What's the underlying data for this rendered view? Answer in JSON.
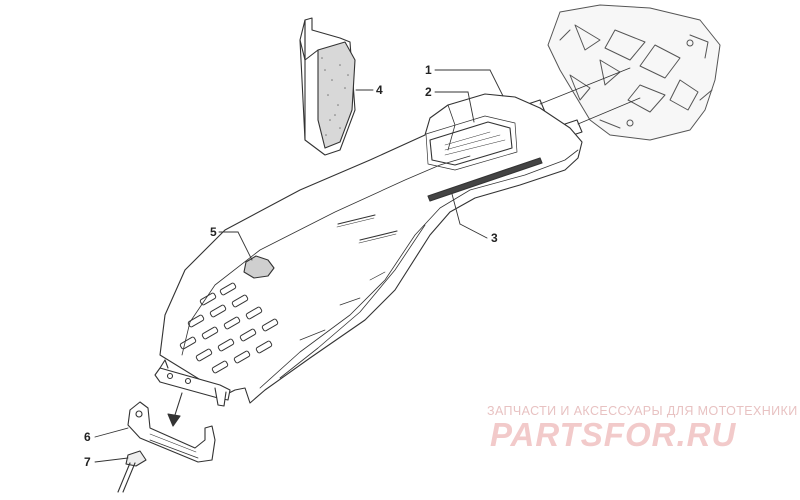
{
  "callouts": [
    {
      "id": "1",
      "label": "1"
    },
    {
      "id": "2",
      "label": "2"
    },
    {
      "id": "3",
      "label": "3"
    },
    {
      "id": "4",
      "label": "4"
    },
    {
      "id": "5",
      "label": "5"
    },
    {
      "id": "6",
      "label": "6"
    },
    {
      "id": "7",
      "label": "7"
    }
  ],
  "watermark": {
    "tagline": "ЗАПЧАСТИ И АКСЕССУАРЫ ДЛЯ МОТОТЕХНИКИ",
    "logo": "PARTSFOR.RU"
  },
  "colors": {
    "line": "#333333",
    "watermark": "#f2caca"
  }
}
